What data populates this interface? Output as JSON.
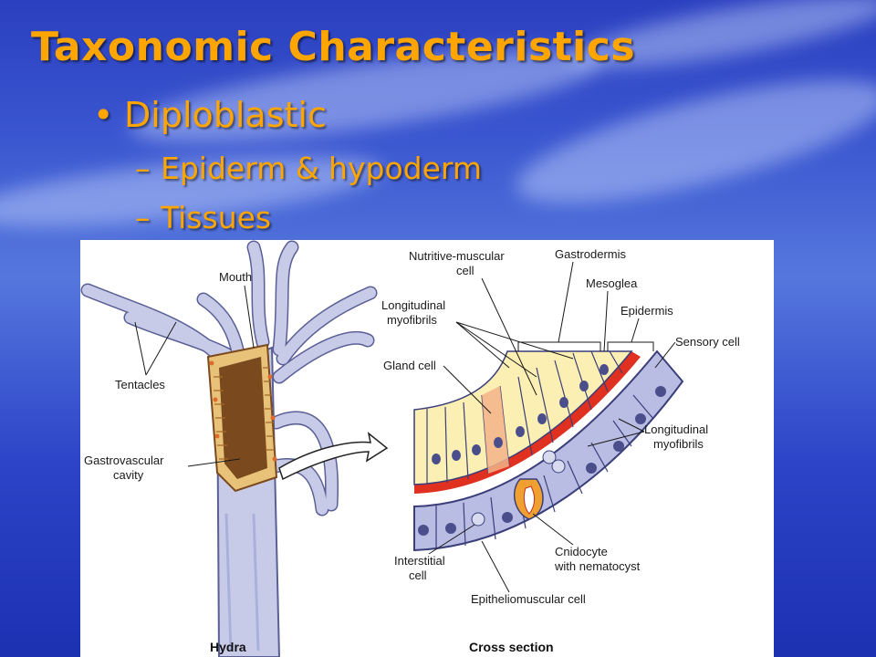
{
  "slide": {
    "title": "Taxonomic Characteristics",
    "bullets": [
      {
        "text": "Diploblastic",
        "marker": "•"
      },
      {
        "text": "Epiderm & hypoderm",
        "marker": "–"
      },
      {
        "text": "Tissues",
        "marker": "–"
      }
    ]
  },
  "figure": {
    "hydra_labels": {
      "mouth": "Mouth",
      "tentacles": "Tentacles",
      "gastrovascular_line1": "Gastrovascular",
      "gastrovascular_line2": "cavity",
      "caption": "Hydra"
    },
    "section_labels": {
      "nutritive_line1": "Nutritive-muscular",
      "nutritive_line2": "cell",
      "gastrodermis": "Gastrodermis",
      "mesoglea": "Mesoglea",
      "epidermis": "Epidermis",
      "longitudinal_left_line1": "Longitudinal",
      "longitudinal_left_line2": "myofibrils",
      "sensory_cell": "Sensory cell",
      "gland_cell": "Gland cell",
      "longitudinal_right_line1": "Longitudinal",
      "longitudinal_right_line2": "myofibrils",
      "interstitial_line1": "Interstitial",
      "interstitial_line2": "cell",
      "cnidocyte_line1": "Cnidocyte",
      "cnidocyte_line2": "with nematocyst",
      "epitheliomuscular": "Epitheliomuscular cell",
      "caption": "Cross section"
    },
    "colors": {
      "title_text": "#ffa500",
      "hydra_body": "#c8cbe8",
      "gastrodermis_cells": "#fbefb3",
      "mesoglea": "#e03020",
      "epidermis_cells": "#b9bce3",
      "nuclei": "#4a4f8c",
      "cavity": "#7a4a1e"
    }
  }
}
